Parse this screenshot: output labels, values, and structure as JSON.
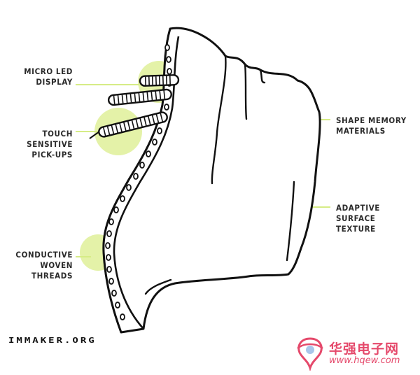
{
  "labels": {
    "micro_led": "MICRO LED\nDISPLAY",
    "touch": "TOUCH\nSENSITIVE\nPICK-UPS",
    "conductive": "CONDUCTIVE\nWOVEN\nTHREADS",
    "shape_memory": "SHAPE MEMORY\nMATERIALS",
    "adaptive": "ADAPTIVE\nSURFACE\nTEXTURE"
  },
  "watermarks": {
    "left": "IMMAKER.ORG",
    "right_cn": "华强电子网",
    "right_url": "www.hqew.com"
  },
  "colors": {
    "highlight": "#e4f2a8",
    "leader": "#d6ec86",
    "ink": "#111111",
    "text": "#2b2b2b",
    "watermark_right": "#e5496b"
  }
}
